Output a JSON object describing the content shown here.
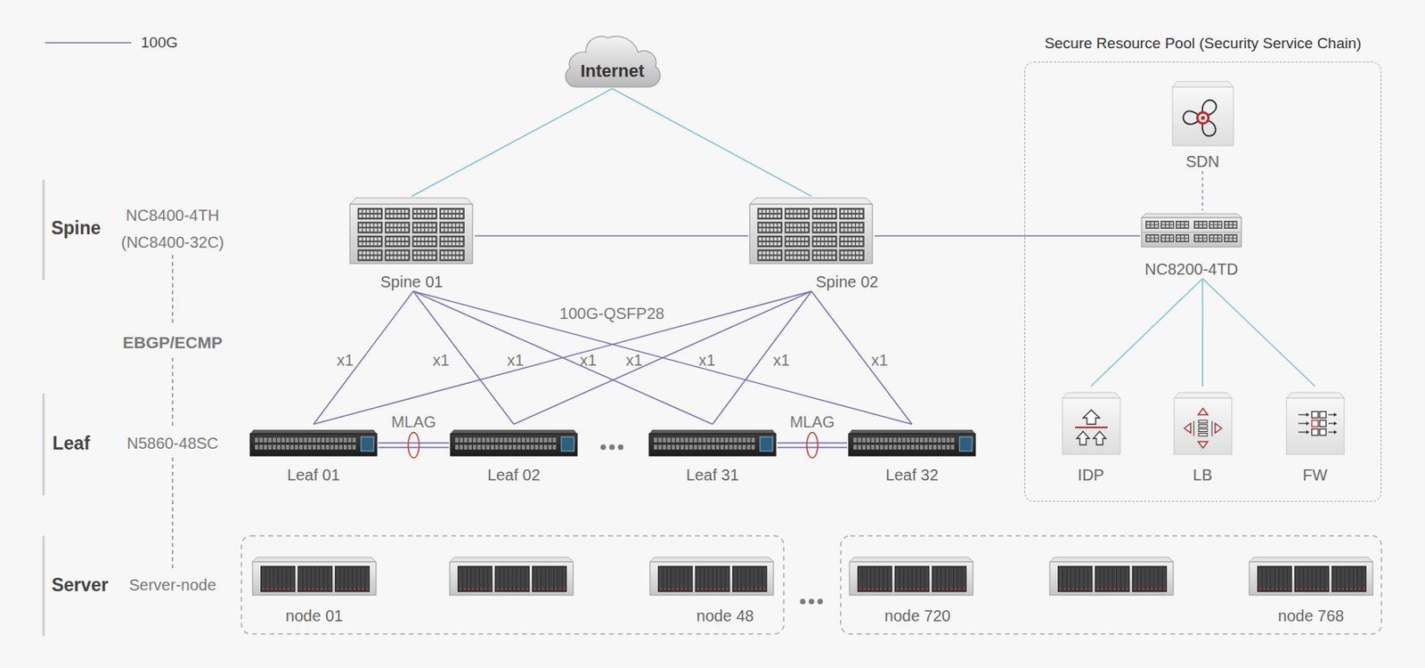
{
  "diagram": {
    "nodes": [
      {
        "text": [
          "Internet"
        ]
      },
      {
        "text": [
          "Spine 01"
        ]
      },
      {
        "text": [
          "Spine 02"
        ]
      },
      {
        "text": [
          "Secure Resource Pool (Security Service Chain)"
        ]
      },
      {
        "text": [
          "SDN"
        ],
        "in": 3
      },
      {
        "text": [
          "NC8200-4TD"
        ],
        "in": 3
      },
      {
        "text": [
          "IDP"
        ],
        "in": 3
      },
      {
        "text": [
          "LB"
        ],
        "in": 3
      },
      {
        "text": [
          "FW"
        ],
        "in": 3
      },
      {
        "text": [
          "Leaf 01"
        ]
      },
      {
        "text": [
          "Leaf 02"
        ]
      },
      {
        "text": [
          "Leaf 31"
        ]
      },
      {
        "text": [
          "Leaf 32"
        ]
      },
      {
        "text": [
          "node 01"
        ]
      },
      {
        "text": [
          "node 48"
        ]
      },
      {
        "text": [
          "node 720"
        ]
      },
      {
        "text": [
          "node 768"
        ]
      }
    ],
    "edges": [
      {
        "from": 0,
        "to": 1,
        "arrow": "none"
      },
      {
        "from": 0,
        "to": 2,
        "arrow": "none"
      },
      {
        "from": 1,
        "to": 2,
        "arrow": "none"
      },
      {
        "from": 2,
        "to": 5,
        "arrow": "none"
      },
      {
        "from": 4,
        "to": 5,
        "arrow": "none"
      },
      {
        "from": 5,
        "to": 6,
        "arrow": "none"
      },
      {
        "from": 5,
        "to": 7,
        "arrow": "none"
      },
      {
        "from": 5,
        "to": 8,
        "arrow": "none"
      },
      {
        "from": 1,
        "to": 9,
        "arrow": "none"
      },
      {
        "from": 1,
        "to": 10,
        "arrow": "none"
      },
      {
        "from": 1,
        "to": 11,
        "arrow": "none"
      },
      {
        "from": 1,
        "to": 12,
        "arrow": "none"
      },
      {
        "from": 2,
        "to": 9,
        "arrow": "none"
      },
      {
        "from": 2,
        "to": 10,
        "arrow": "none"
      },
      {
        "from": 2,
        "to": 11,
        "arrow": "none"
      },
      {
        "from": 2,
        "to": 12,
        "arrow": "none"
      },
      {
        "from": 9,
        "to": 10,
        "label": "MLAG",
        "arrow": "none"
      },
      {
        "from": 11,
        "to": 12,
        "label": "MLAG",
        "arrow": "none"
      }
    ],
    "labels": [
      "Spine",
      "NC8400-4TH (NC8400-32C)",
      "EBGP/ECMP",
      "Leaf",
      "N5860-48SC",
      "Server",
      "Server-node",
      "100G-QSFP28",
      "x1",
      "x1",
      "x1",
      "x1",
      "x1",
      "x1",
      "x1",
      "x1"
    ],
    "legend": [
      {
        "text": "100G"
      }
    ]
  }
}
